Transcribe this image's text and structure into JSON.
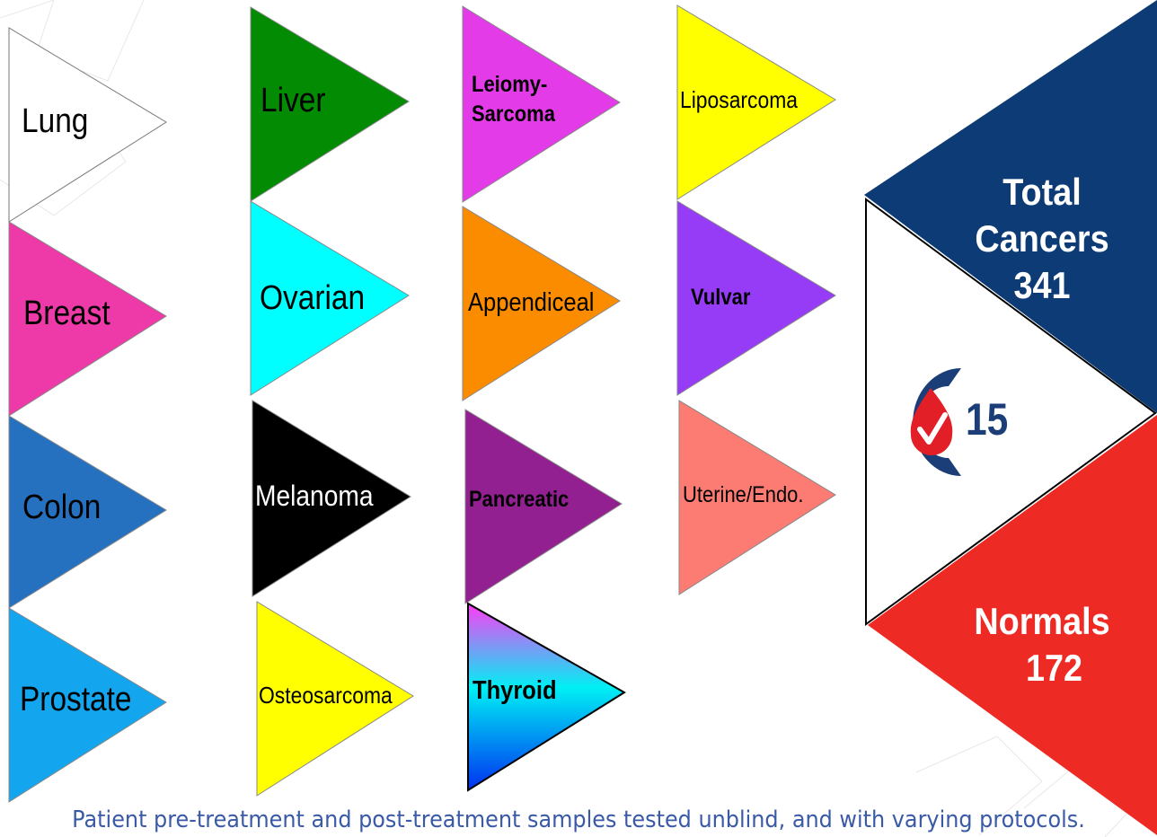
{
  "triangles": [
    {
      "label": "Lung",
      "color": "#ffffff"
    },
    {
      "label": "Breast",
      "color": "#ee3aa9"
    },
    {
      "label": "Colon",
      "color": "#2571c0"
    },
    {
      "label": "Prostate",
      "color": "#13a6ee"
    },
    {
      "label": "Liver",
      "color": "#038b04"
    },
    {
      "label": "Ovarian",
      "color": "#00ffff"
    },
    {
      "label": "Melanoma",
      "color": "#000000"
    },
    {
      "label": "Osteosarcoma",
      "color": "#ffff00"
    },
    {
      "label": "Leiomy-\nSarcoma",
      "color": "#e43be8"
    },
    {
      "label": "Appendiceal",
      "color": "#fb8c00"
    },
    {
      "label": "Pancreatic",
      "color": "#922090"
    },
    {
      "label": "Thyroid",
      "color": "gradient"
    },
    {
      "label": "Liposarcoma",
      "color": "#ffff00"
    },
    {
      "label": "Vulvar",
      "color": "#973cf6"
    },
    {
      "label": "Uterine/Endo.",
      "color": "#fc7c73"
    }
  ],
  "summary": {
    "total_label": "Total Cancers",
    "total_value": "341",
    "normals_label": "Normals",
    "normals_value": "172",
    "total_color": "#0d3b75",
    "normals_color": "#ee2a25"
  },
  "logo": {
    "name": "c15-logo",
    "text": "15"
  },
  "footer": "Patient pre-treatment and post-treatment samples tested unblind, and with varying protocols."
}
